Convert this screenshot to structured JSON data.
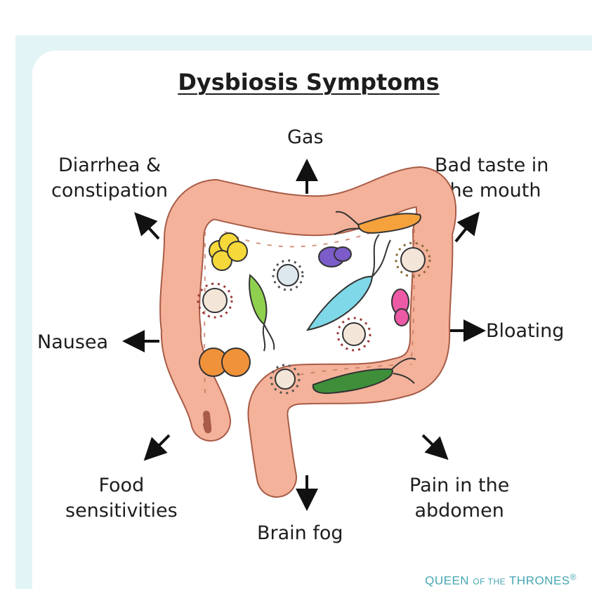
{
  "title": "Dysbiosis Symptoms",
  "symptoms": {
    "gas": "Gas",
    "bad_taste_line1": "Bad taste in",
    "bad_taste_line2": "the mouth",
    "diarrhea_line1": "Diarrhea &",
    "diarrhea_line2": "constipation",
    "nausea": "Nausea",
    "bloating": "Bloating",
    "food_line1": "Food",
    "food_line2": "sensitivities",
    "pain_line1": "Pain in the",
    "pain_line2": "abdomen",
    "brain_fog": "Brain fog"
  },
  "brand": {
    "part1": "QUEEN",
    "part2": "OF THE",
    "part3": "THRONES",
    "mark": "®"
  },
  "colors": {
    "background_frame": "#e3f4f6",
    "intestine": "#f4b29a",
    "brand": "#46a6b2"
  }
}
